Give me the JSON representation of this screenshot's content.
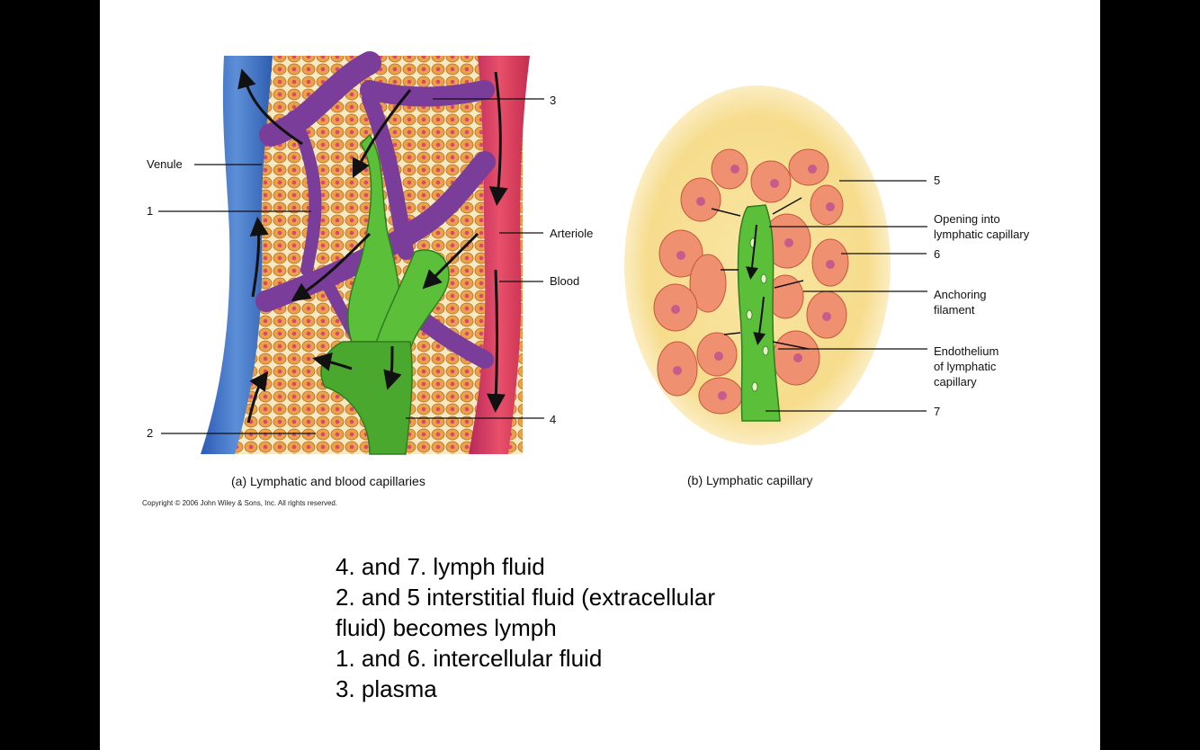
{
  "panel_a": {
    "labels": {
      "venule": "Venule",
      "arteriole": "Arteriole",
      "blood": "Blood",
      "n1": "1",
      "n2": "2",
      "n3": "3",
      "n4": "4"
    },
    "caption": "(a)  Lymphatic and blood capillaries"
  },
  "panel_b": {
    "labels": {
      "n5": "5",
      "n6": "6",
      "n7": "7",
      "opening_line1": "Opening into",
      "opening_line2": "lymphatic capillary",
      "anchoring_line1": "Anchoring",
      "anchoring_line2": "filament",
      "endothelium_line1": "Endothelium",
      "endothelium_line2": "of lymphatic",
      "endothelium_line3": "capillary"
    },
    "caption": "(b)  Lymphatic capillary"
  },
  "copyright": "Copyright © 2006 John Wiley & Sons, Inc.  All rights reserved.",
  "answers": [
    "4. and 7. lymph fluid",
    "2. and 5 interstitial fluid (extracellular",
    "fluid) becomes lymph",
    "1. and 6. intercellular fluid",
    "3. plasma"
  ],
  "colors": {
    "venule_blue": "#3a6fc4",
    "arteriole_red": "#d63a5a",
    "capillary_purple": "#7b3d9a",
    "lymph_green": "#5cbf3a",
    "cell_orange": "#e9a24a",
    "tissue_yellow": "#f6dc8c",
    "cell_salmon": "#ef9070"
  }
}
